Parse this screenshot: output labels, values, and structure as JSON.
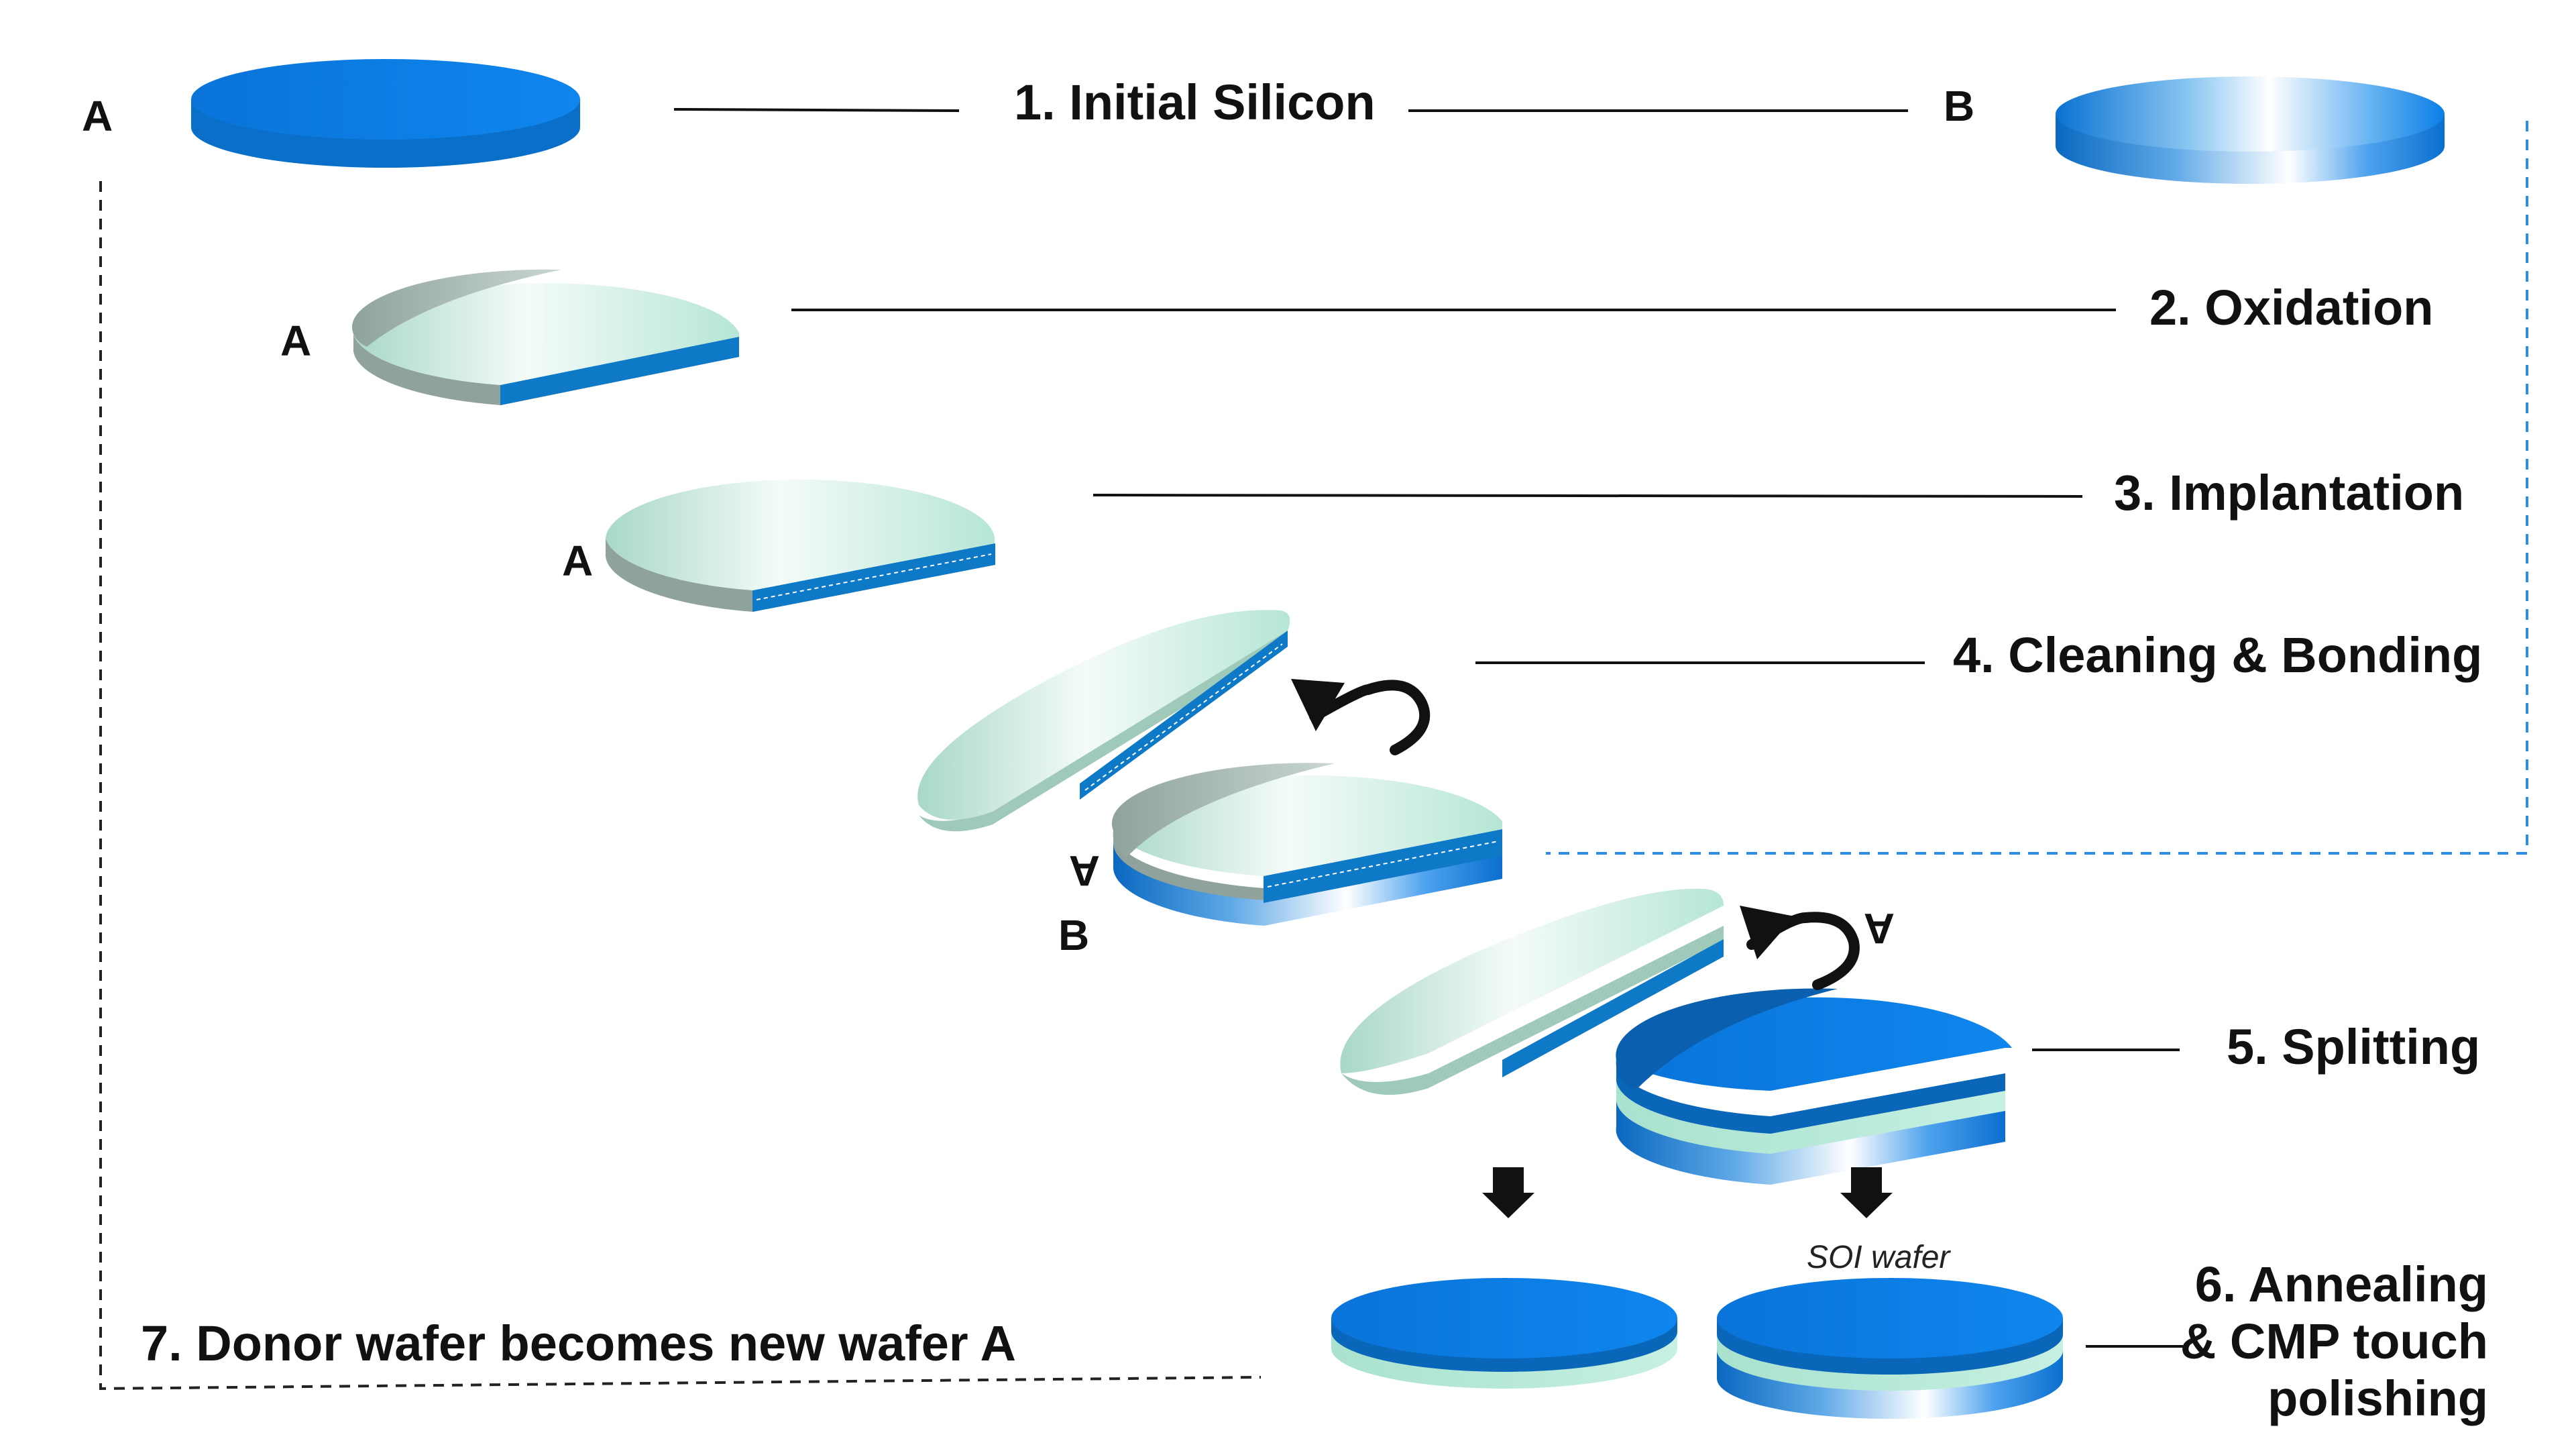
{
  "steps": {
    "s1": "1. Initial Silicon",
    "s2": "2. Oxidation",
    "s3": "3. Implantation",
    "s4": "4. Cleaning & Bonding",
    "s5": "5. Splitting",
    "s6_line1": "6. Annealing",
    "s6_line2": "& CMP touch",
    "s6_line3": "polishing",
    "s7": "7. Donor wafer becomes new wafer A"
  },
  "wafer_labels": {
    "a": "A",
    "b": "B"
  },
  "soi_label": "SOI wafer",
  "colors": {
    "silicon_blue": "#0B7FE6",
    "silicon_blue_dark": "#0A6FC8",
    "oxide_green": "#BFE9DA",
    "oxide_grey": "#9FB5AE",
    "implant_blue": "#0E79C7",
    "dashed_link_blue": "#2E8BE0",
    "dashed_link_black": "#222222"
  },
  "icons": {
    "flip": "curved-flip-arrow-icon",
    "down": "down-arrow-icon"
  }
}
